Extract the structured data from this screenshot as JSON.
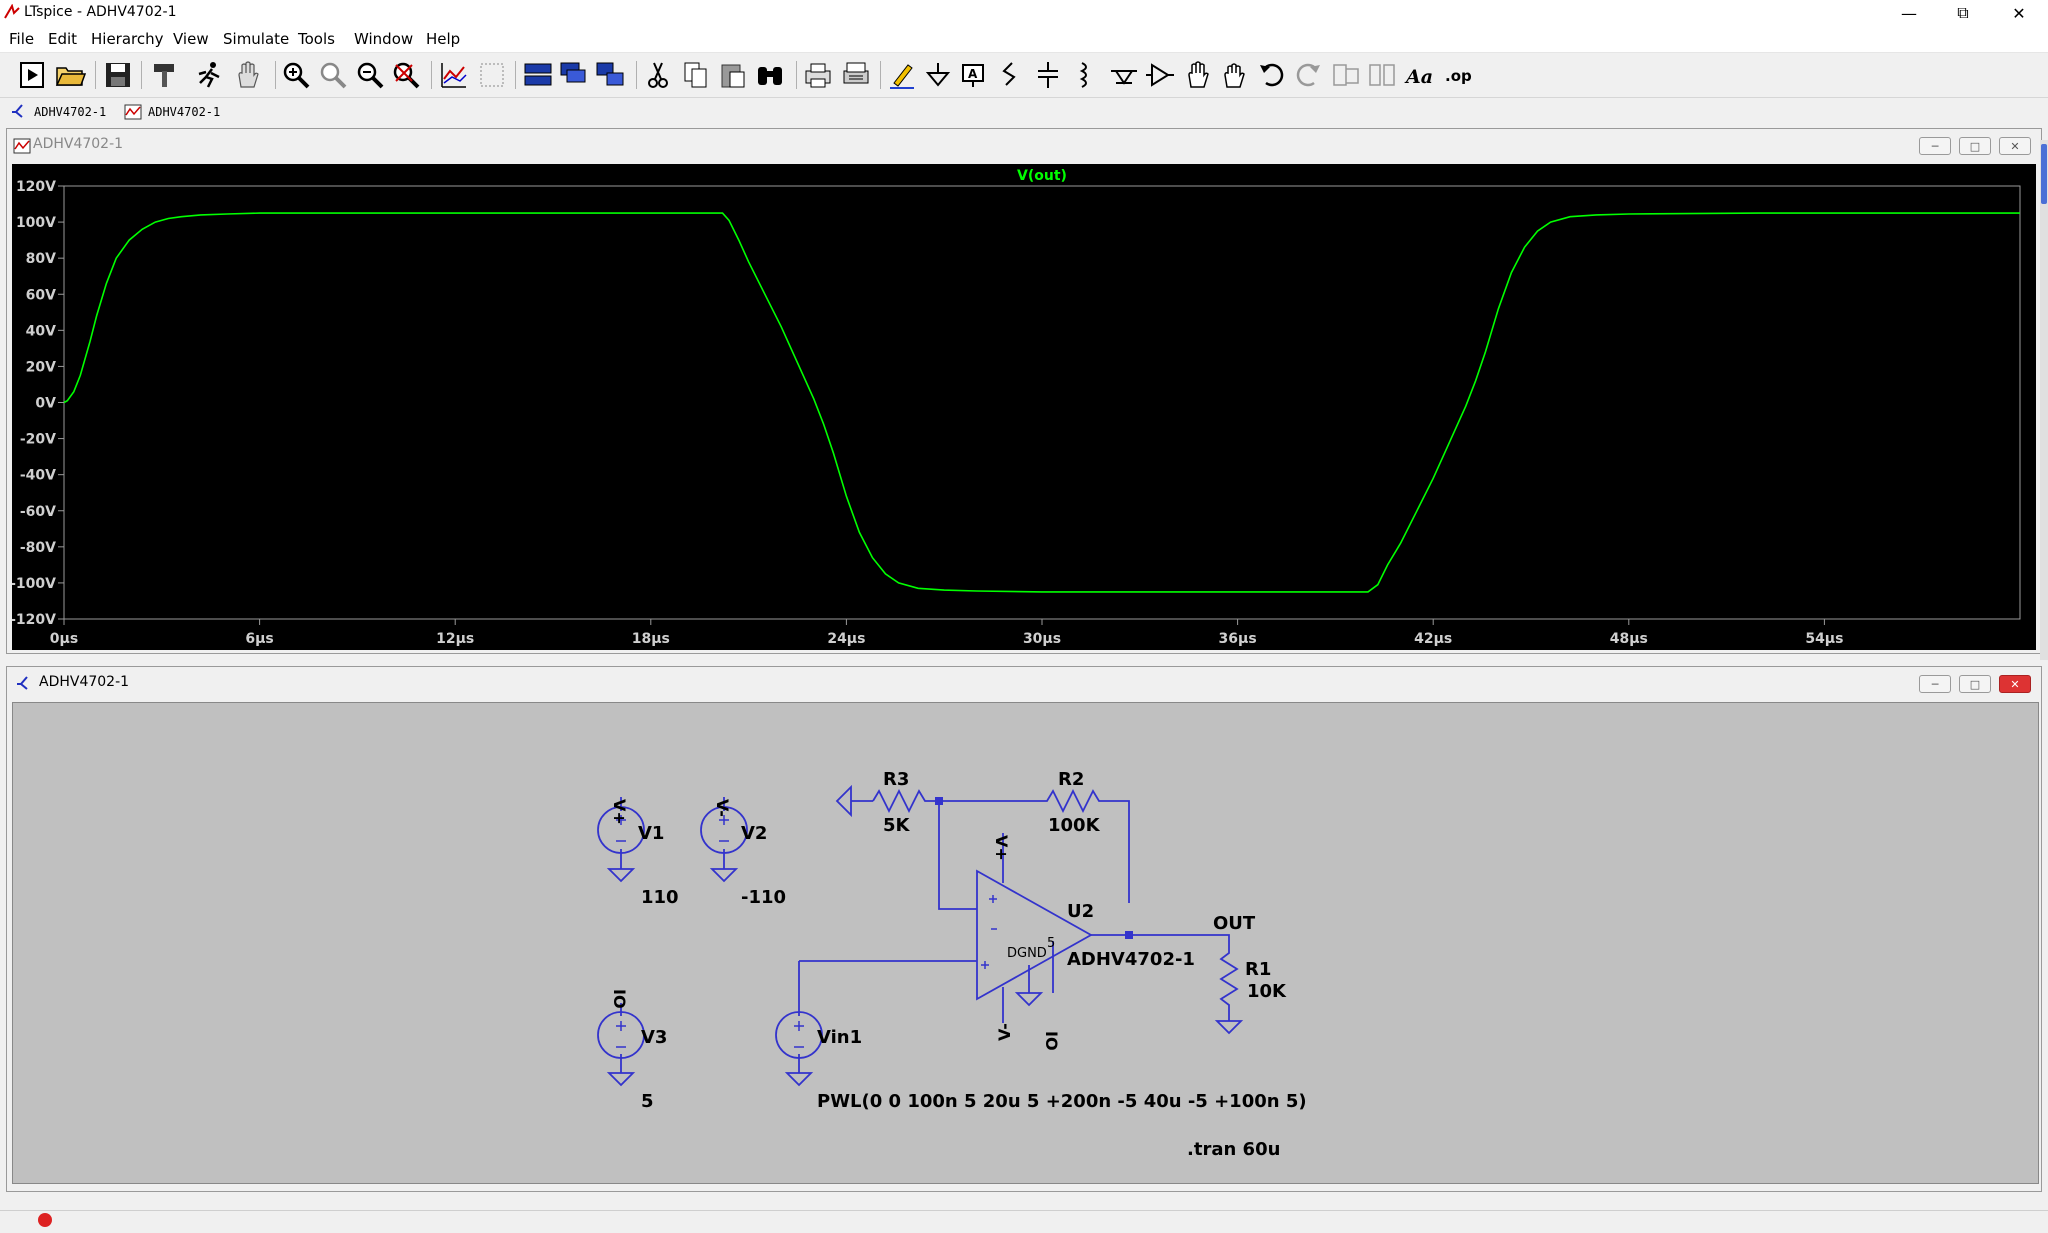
{
  "window": {
    "title": "LTspice - ADHV4702-1"
  },
  "menu": [
    "File",
    "Edit",
    "Hierarchy",
    "View",
    "Simulate",
    "Tools",
    "Window",
    "Help"
  ],
  "tabs": [
    {
      "label": "ADHV4702-1",
      "icon": "schematic-icon"
    },
    {
      "label": "ADHV4702-1",
      "icon": "waveform-icon"
    }
  ],
  "plot_window": {
    "title": "ADHV4702-1"
  },
  "schematic_window": {
    "title": "ADHV4702-1"
  },
  "chart_data": {
    "type": "line",
    "title": "V(out)",
    "xlabel": "",
    "ylabel": "",
    "xlim": [
      0,
      60
    ],
    "ylim": [
      -120,
      120
    ],
    "x_ticks": [
      "0µs",
      "6µs",
      "12µs",
      "18µs",
      "24µs",
      "30µs",
      "36µs",
      "42µs",
      "48µs",
      "54µs"
    ],
    "x_tick_values": [
      0,
      6,
      12,
      18,
      24,
      30,
      36,
      42,
      48,
      54
    ],
    "y_ticks": [
      "120V",
      "100V",
      "80V",
      "60V",
      "40V",
      "20V",
      "0V",
      "-20V",
      "-40V",
      "-60V",
      "-80V",
      "-100V",
      "-120V"
    ],
    "y_tick_values": [
      120,
      100,
      80,
      60,
      40,
      20,
      0,
      -20,
      -40,
      -60,
      -80,
      -100,
      -120
    ],
    "line_color": "#00ff00",
    "series": [
      {
        "name": "V(out)",
        "x": [
          0,
          0.1,
          0.3,
          0.5,
          0.8,
          1.0,
          1.3,
          1.6,
          2.0,
          2.4,
          2.8,
          3.2,
          3.6,
          4.2,
          5.0,
          6.0,
          10,
          16,
          20.2,
          20.4,
          20.7,
          21.0,
          21.5,
          22.0,
          22.5,
          23.0,
          23.3,
          23.6,
          24.0,
          24.4,
          24.8,
          25.2,
          25.6,
          26.2,
          27,
          28,
          30,
          34,
          40.0,
          40.3,
          40.6,
          41.0,
          41.5,
          42.0,
          42.5,
          43.0,
          43.3,
          43.6,
          44.0,
          44.4,
          44.8,
          45.2,
          45.6,
          46.2,
          47,
          48,
          52,
          56,
          60
        ],
        "y": [
          0,
          1,
          6,
          15,
          34,
          48,
          66,
          80,
          90,
          96,
          100,
          102,
          103,
          104,
          104.5,
          105,
          105,
          105,
          105,
          101,
          90,
          78,
          60,
          42,
          22,
          2,
          -12,
          -28,
          -52,
          -72,
          -86,
          -95,
          -100,
          -103,
          -104,
          -104.5,
          -105,
          -105,
          -105,
          -101,
          -90,
          -78,
          -60,
          -42,
          -22,
          -2,
          12,
          28,
          52,
          72,
          86,
          95,
          100,
          103,
          104,
          104.5,
          105,
          105,
          105
        ]
      }
    ]
  },
  "schematic": {
    "wire_color": "#3333cc",
    "labels": {
      "v1_name": "V1",
      "v1_value": "110",
      "v2_name": "V2",
      "v2_value": "-110",
      "v3_name": "V3",
      "v3_value": "5",
      "vin_name": "Vin1",
      "vin_value": "PWL(0 0 100n 5 20u 5 +200n -5 40u -5 +100n 5)",
      "r3_name": "R3",
      "r3_value": "5K",
      "r2_name": "R2",
      "r2_value": "100K",
      "r1_name": "R1",
      "r1_value": "10K",
      "u2_name": "U2",
      "u2_part": "ADHV4702-1",
      "net_out": "OUT",
      "dgnd": "DGND",
      "pin5": "5",
      "vplus_label": "V+",
      "vminus_label": "V-",
      "io_label": "IO",
      "tran": ".tran 60u"
    }
  }
}
